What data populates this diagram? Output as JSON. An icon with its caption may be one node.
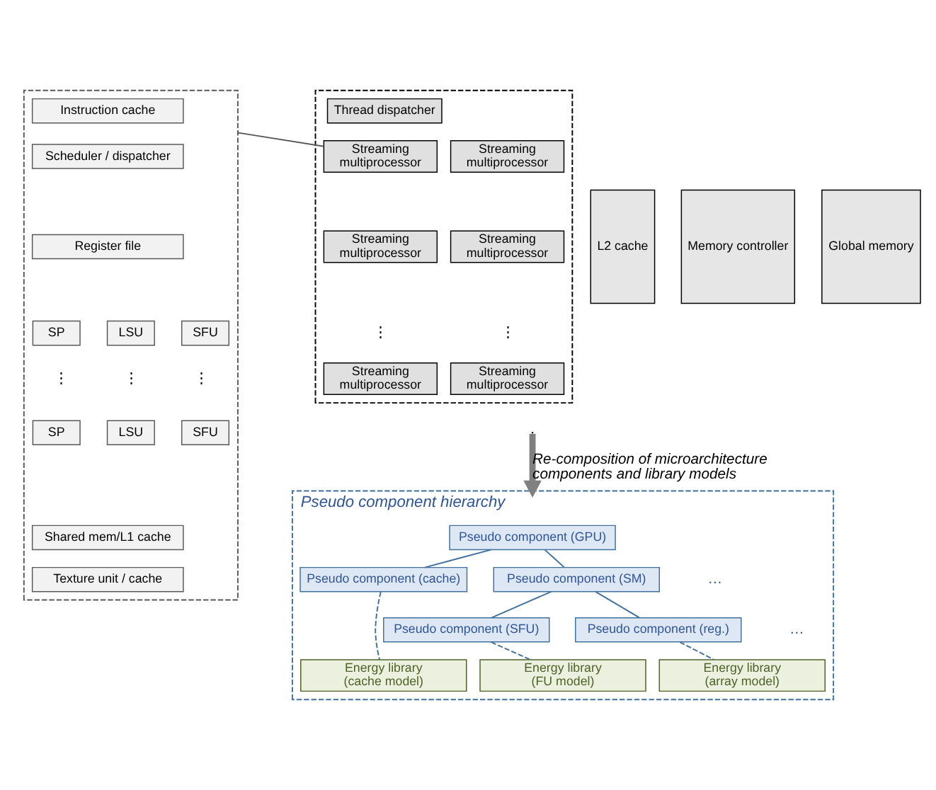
{
  "diagram": {
    "nodes": [
      {
        "text": [],
        "shape": "box"
      },
      {
        "text": [
          "Instruction cache"
        ],
        "in": 0
      },
      {
        "text": [
          "Scheduler / dispatcher"
        ],
        "in": 0
      },
      {
        "text": [
          "Register file"
        ],
        "in": 0
      },
      {
        "text": [
          "SP"
        ],
        "in": 0
      },
      {
        "text": [
          "LSU"
        ],
        "in": 0
      },
      {
        "text": [
          "SFU"
        ],
        "in": 0
      },
      {
        "text": [
          "SP"
        ],
        "in": 0
      },
      {
        "text": [
          "LSU"
        ],
        "in": 0
      },
      {
        "text": [
          "SFU"
        ],
        "in": 0
      },
      {
        "text": [
          "Shared mem/L1 cache"
        ],
        "in": 0
      },
      {
        "text": [
          "Texture unit / cache"
        ],
        "in": 0
      },
      {
        "text": [],
        "shape": "box"
      },
      {
        "text": [
          "Thread dispatcher"
        ],
        "in": 12
      },
      {
        "text": [
          "Streaming multiprocessor"
        ],
        "in": 12
      },
      {
        "text": [
          "Streaming multiprocessor"
        ],
        "in": 12
      },
      {
        "text": [
          "Streaming multiprocessor"
        ],
        "in": 12
      },
      {
        "text": [
          "Streaming multiprocessor"
        ],
        "in": 12
      },
      {
        "text": [
          "Streaming multiprocessor"
        ],
        "in": 12
      },
      {
        "text": [
          "Streaming multiprocessor"
        ],
        "in": 12
      },
      {
        "text": [
          "L2 cache"
        ]
      },
      {
        "text": [
          "Memory controller"
        ]
      },
      {
        "text": [
          "Global memory"
        ]
      },
      {
        "text": [
          "Pseudo component hierarchy"
        ]
      },
      {
        "text": [
          "Pseudo component (GPU)"
        ],
        "in": 23
      },
      {
        "text": [
          "Pseudo component (cache)"
        ],
        "in": 23
      },
      {
        "text": [
          "Pseudo component (SM)"
        ],
        "in": 23
      },
      {
        "text": [
          "Pseudo component (SFU)"
        ],
        "in": 23
      },
      {
        "text": [
          "Pseudo component (reg.)"
        ],
        "in": 23
      },
      {
        "text": [
          "Energy library (cache model)"
        ],
        "in": 23
      },
      {
        "text": [
          "Energy library (FU model)"
        ],
        "in": 23
      },
      {
        "text": [
          "Energy library (array model)"
        ],
        "in": 23
      }
    ],
    "edges": [
      {
        "from": 0,
        "to": 14,
        "arrow": "none",
        "color": "#595959"
      },
      {
        "from": null,
        "to": 23,
        "arrow": "to",
        "style": "thick",
        "color": "#808080",
        "label": "Re-composition of microarchitecture components and library models"
      },
      {
        "from": 24,
        "to": 25,
        "arrow": "none"
      },
      {
        "from": 24,
        "to": 26,
        "arrow": "none"
      },
      {
        "from": 26,
        "to": 27,
        "arrow": "none"
      },
      {
        "from": 26,
        "to": 28,
        "arrow": "none"
      },
      {
        "from": 25,
        "to": 29,
        "arrow": "none",
        "style": "dashed"
      },
      {
        "from": 27,
        "to": 30,
        "arrow": "none",
        "style": "dashed"
      },
      {
        "from": 28,
        "to": 31,
        "arrow": "none",
        "style": "dashed"
      }
    ],
    "labels": [
      "⋮",
      "⋮",
      "⋮",
      "⋮",
      "⋮",
      "…",
      "…"
    ]
  }
}
